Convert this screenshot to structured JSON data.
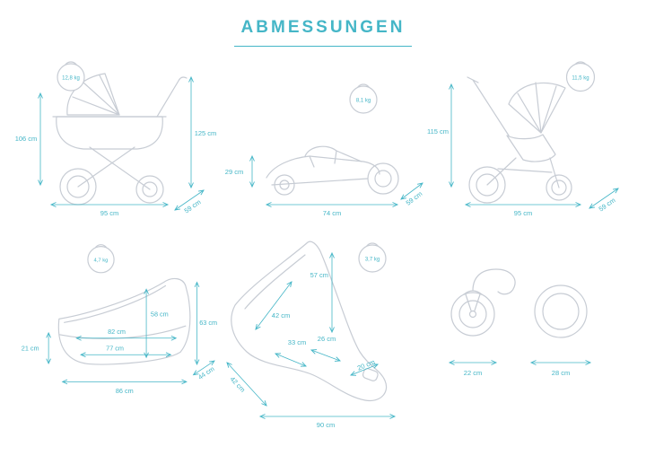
{
  "title": "ABMESSUNGEN",
  "colors": {
    "accent": "#45b6c7",
    "line": "#c7ccd4"
  },
  "panels": {
    "pram": {
      "name": "stroller with carrycot",
      "weight": "12,8 kg",
      "height_left": "106 cm",
      "height_right": "125 cm",
      "width": "95 cm",
      "depth": "59 cm"
    },
    "folded": {
      "name": "folded stroller",
      "weight": "8,1 kg",
      "height": "29 cm",
      "width": "74 cm",
      "depth": "59 cm"
    },
    "sport": {
      "name": "stroller with seat unit",
      "weight": "11,5 kg",
      "height": "115 cm",
      "width": "95 cm",
      "depth": "59 cm"
    },
    "carrycot": {
      "name": "carrycot",
      "weight": "4,7 kg",
      "apron_height": "21 cm",
      "inner_height": "58 cm",
      "inner_length_top": "82 cm",
      "inner_length_bottom": "77 cm",
      "outer_height": "63 cm",
      "length": "86 cm",
      "depth": "44 cm"
    },
    "carseat": {
      "name": "infant car seat",
      "weight": "3,7 kg",
      "height": "57 cm",
      "back_length": "42 cm",
      "seat_depth": "33 cm",
      "seat_width": "26 cm",
      "foot_width": "20 cm",
      "diagonal": "42 cm",
      "length": "90 cm"
    },
    "wheels": {
      "name": "wheels",
      "front_diameter": "22 cm",
      "rear_diameter": "28 cm"
    }
  }
}
